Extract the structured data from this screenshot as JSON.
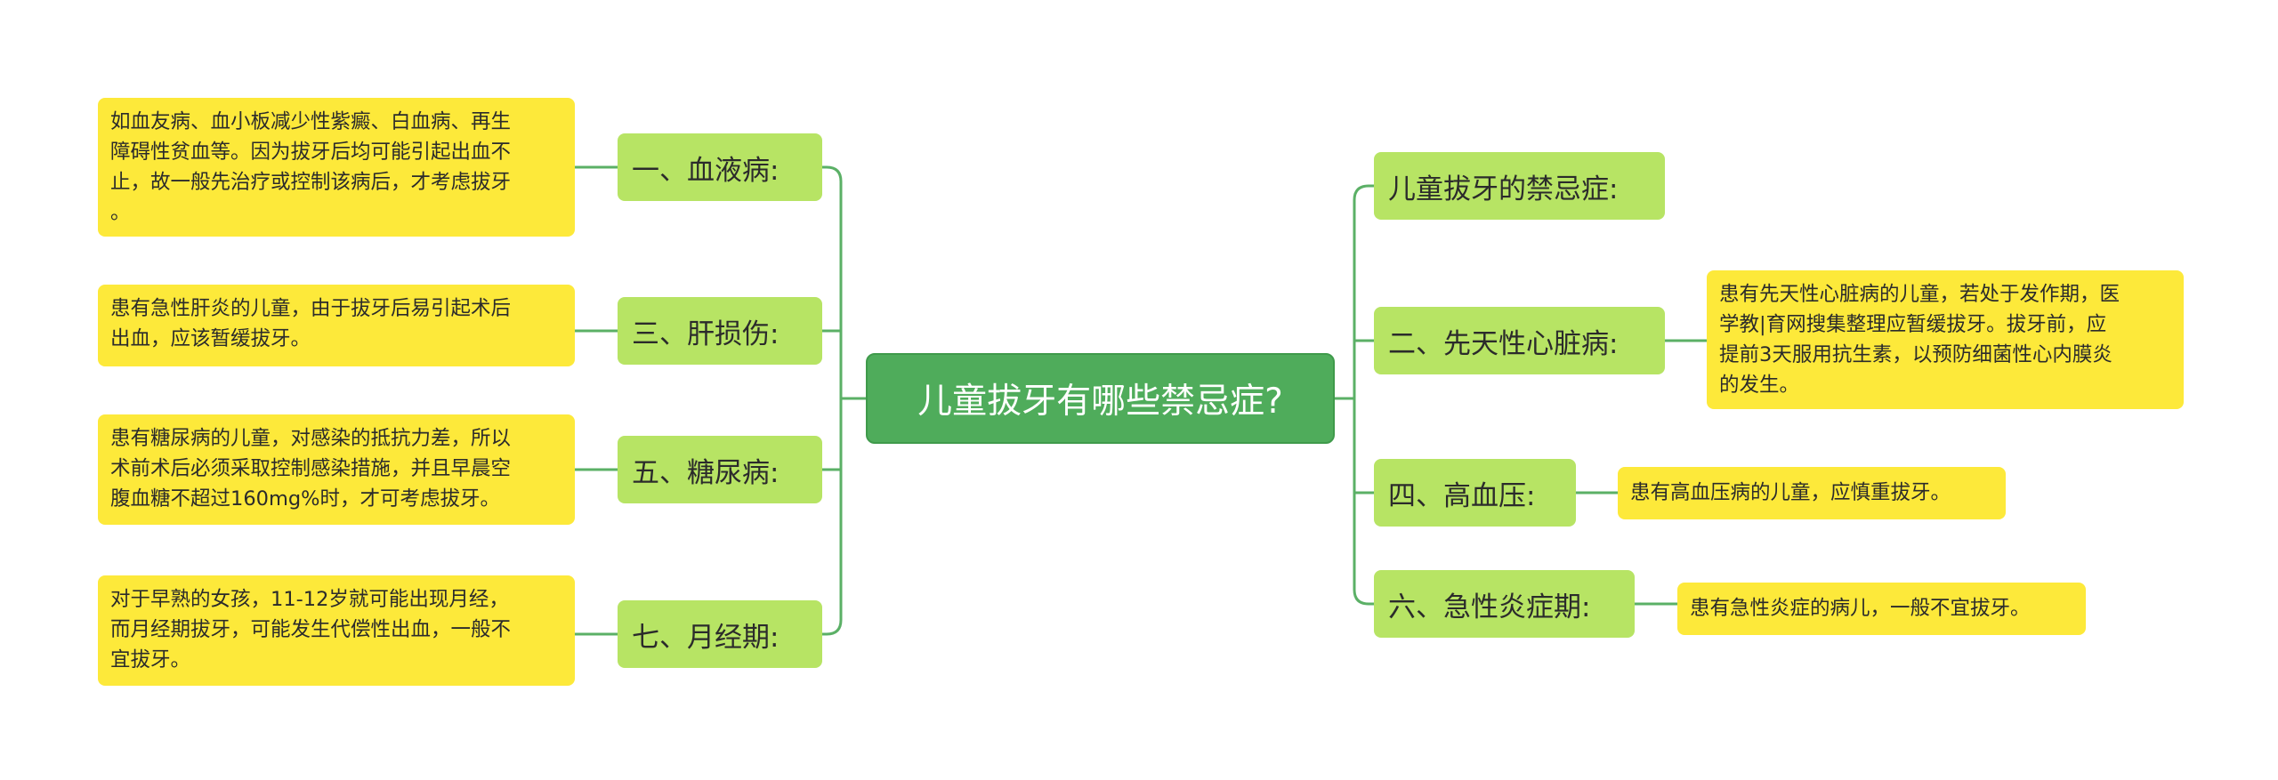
{
  "root": {
    "label": "儿童拔牙有哪些禁忌症?"
  },
  "left": [
    {
      "label": "一、血液病:",
      "detail": [
        "如血友病、血小板减少性紫癜、白血病、再生",
        "障碍性贫血等。因为拔牙后均可能引起出血不",
        "止，故一般先治疗或控制该病后，才考虑拔牙",
        "。"
      ]
    },
    {
      "label": "三、肝损伤:",
      "detail": [
        "患有急性肝炎的儿童，由于拔牙后易引起术后",
        "出血，应该暂缓拔牙。"
      ]
    },
    {
      "label": "五、糖尿病:",
      "detail": [
        "患有糖尿病的儿童，对感染的抵抗力差，所以",
        "术前术后必须采取控制感染措施，并且早晨空",
        "腹血糖不超过160mg%时，才可考虑拔牙。"
      ]
    },
    {
      "label": "七、月经期:",
      "detail": [
        "对于早熟的女孩，11-12岁就可能出现月经，",
        "而月经期拔牙，可能发生代偿性出血，一般不",
        "宜拔牙。"
      ]
    }
  ],
  "right": [
    {
      "label": "儿童拔牙的禁忌症:"
    },
    {
      "label": "二、先天性心脏病:",
      "detail": [
        "患有先天性心脏病的儿童，若处于发作期，医",
        "学教|育网搜集整理应暂缓拔牙。拔牙前，应",
        "提前3天服用抗生素，以预防细菌性心内膜炎",
        "的发生。"
      ]
    },
    {
      "label": "四、高血压:",
      "detail": [
        "患有高血压病的儿童，应慎重拔牙。"
      ]
    },
    {
      "label": "六、急性炎症期:",
      "detail": [
        "患有急性炎症的病儿，一般不宜拔牙。"
      ]
    }
  ],
  "colors": {
    "root": "#4fac5b",
    "branch": "#b7e464",
    "leaf": "#fde93a",
    "line": "#5bb066"
  }
}
